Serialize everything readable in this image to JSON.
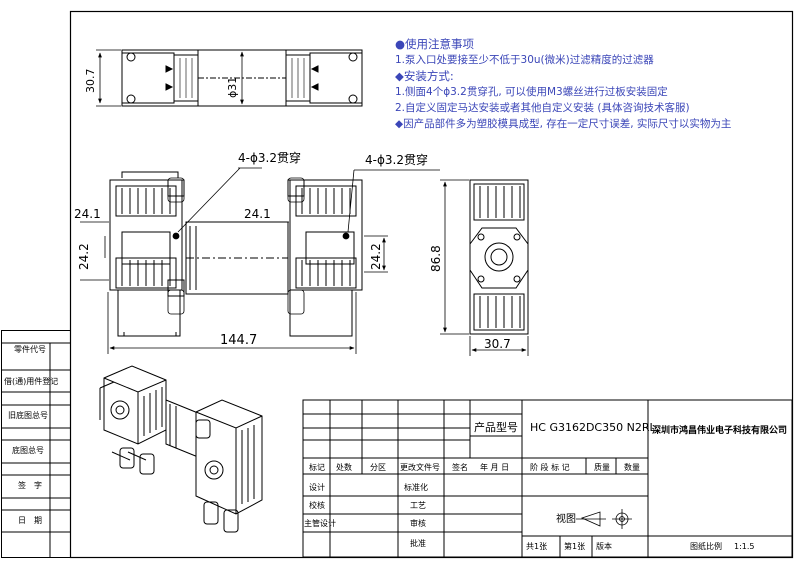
{
  "notes": {
    "precautions_title": "●使用注意事项",
    "precaution_1": "1.泵入口处要接至少不低于30u(微米)过滤精度的过滤器",
    "install_title": "◆安装方式:",
    "install_1": "1.侧面4个ϕ3.2贯穿孔, 可以使用M3螺丝进行过板安装固定",
    "install_2": "2.自定义固定马达安装或者其他自定义安装 (具体咨询技术客服)",
    "install_3": "◆因产品部件多为塑胶模具成型, 存在一定尺寸误差, 实际尺寸以实物为主"
  },
  "dimensions": {
    "top_height": "30.7",
    "top_diameter": "ϕ31",
    "hole_note_left": "4-ϕ3.2贯穿",
    "hole_note_right": "4-ϕ3.2贯穿",
    "left_24_1": "24.1",
    "left_24_2": "24.2",
    "mid_24_1": "24.1",
    "right_24_2": "24.2",
    "total_length": "144.7",
    "side_height": "86.8",
    "side_width": "30.7"
  },
  "side_labels": [
    "零件代号",
    "借(通)用件登记",
    "旧底图总号",
    "底图总号",
    "签　字",
    "日　期"
  ],
  "title_block": {
    "product_model_label": "产品型号",
    "product_model": "HC G3162DC350 N2RL",
    "company": "深圳市鸿昌伟业电子科技有限公司",
    "rev_headers": [
      "标记",
      "处数",
      "分区",
      "更改文件号",
      "签名",
      "年 月 日"
    ],
    "roles_left": [
      "设计",
      "校核",
      "主管设计"
    ],
    "roles_mid": [
      "标准化",
      "工艺",
      "审核",
      "批准"
    ],
    "stage_mark": "阶 段 标 记",
    "weight": "质量",
    "quantity": "数量",
    "view_label": "视图",
    "total_sheets": "共1张",
    "sheet_no": "第1张",
    "version": "版本",
    "scale_label": "图纸比例",
    "scale_value": "1:1.5"
  }
}
